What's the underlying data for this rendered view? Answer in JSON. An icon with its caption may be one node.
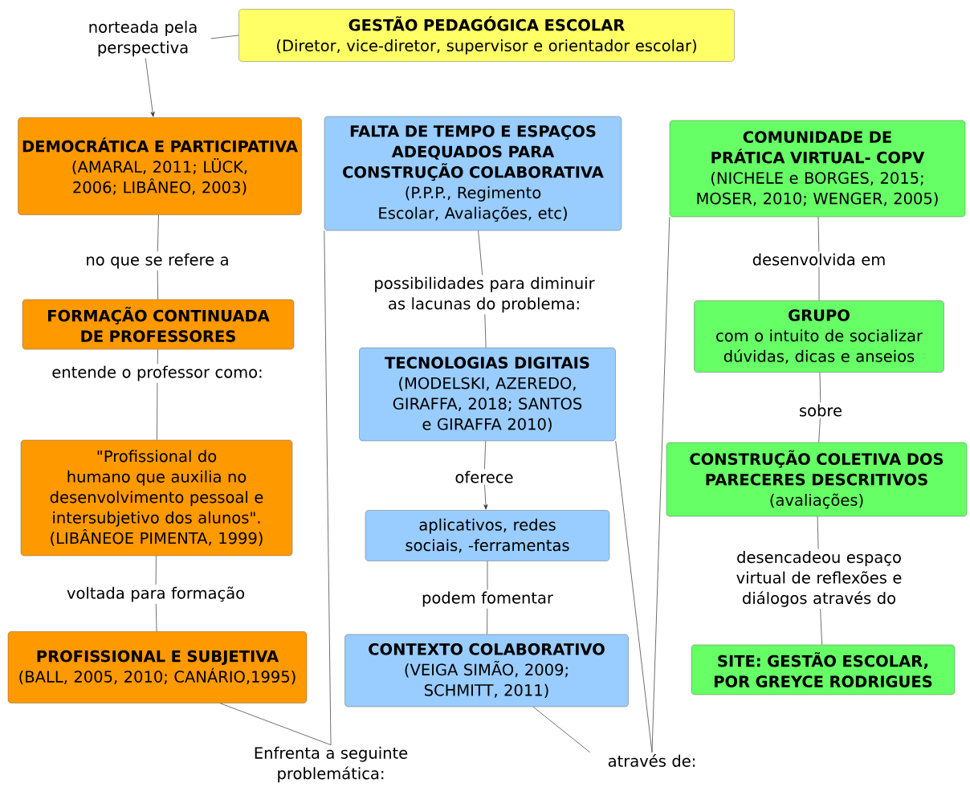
{
  "diagram": {
    "nodes": [
      {
        "text": [
          "GESTÃO PEDAGÓGICA ESCOLAR",
          "(Diretor, vice-diretor, supervisor e orientador escolar)"
        ]
      },
      {
        "text": [
          "norteada pela perspectiva"
        ]
      },
      {
        "text": [
          "DEMOCRÁTICA E PARTICIPATIVA",
          "(AMARAL, 2011; LÜCK, 2006; LIBÂNEO, 2003)"
        ]
      },
      {
        "text": [
          "FALTA DE TEMPO E ESPAÇOS ADEQUADOS PARA CONSTRUÇÃO COLABORATIVA",
          "(P.P.P., Regimento Escolar, Avaliações, etc)"
        ]
      },
      {
        "text": [
          "COMUNIDADE DE PRÁTICA VIRTUAL- COPV",
          "(NICHELE e BORGES, 2015; MOSER, 2010; WENGER, 2005)"
        ]
      },
      {
        "text": [
          "no que se refere a"
        ]
      },
      {
        "text": [
          "desenvolvida em"
        ]
      },
      {
        "text": [
          "possibilidades para diminuir as lacunas do problema:"
        ]
      },
      {
        "text": [
          "FORMAÇÃO CONTINUADA DE PROFESSORES"
        ]
      },
      {
        "text": [
          "GRUPO",
          "com o intuito de socializar dúvidas, dicas e anseios"
        ]
      },
      {
        "text": [
          "TECNOLOGIAS DIGITAIS",
          "(MODELSKI, AZEREDO, GIRAFFA, 2018; SANTOS e GIRAFFA 2010)"
        ]
      },
      {
        "text": [
          "entende o professor como:"
        ]
      },
      {
        "text": [
          "sobre"
        ]
      },
      {
        "text": [
          "\"Profissional do humano que auxilia no desenvolvimento pessoal e intersubjetivo dos alunos\".",
          "(LIBÂNEOE PIMENTA, 1999)"
        ]
      },
      {
        "text": [
          "oferece"
        ]
      },
      {
        "text": [
          "CONSTRUÇÃO COLETIVA DOS PARECERES DESCRITIVOS",
          "(avaliações)"
        ]
      },
      {
        "text": [
          "aplicativos, redes sociais, -ferramentas"
        ]
      },
      {
        "text": [
          "desencadeou espaço virtual de reflexões e diálogos através do"
        ]
      },
      {
        "text": [
          "voltada para formação"
        ]
      },
      {
        "text": [
          "podem fomentar"
        ]
      },
      {
        "text": [
          "PROFISSIONAL E SUBJETIVA",
          "(BALL, 2005, 2010; CANÁRIO,1995)"
        ]
      },
      {
        "text": [
          "CONTEXTO COLABORATIVO",
          "(VEIGA SIMÃO, 2009; SCHMITT, 2011)"
        ]
      },
      {
        "text": [
          "SITE: GESTÃO ESCOLAR, POR GREYCE RODRIGUES"
        ]
      },
      {
        "text": [
          "Enfrenta a seguinte problemática:"
        ]
      },
      {
        "text": [
          "através de:"
        ]
      }
    ],
    "edges": [
      {
        "from": 0,
        "to": 1,
        "arrow": "none"
      },
      {
        "from": 1,
        "to": 2,
        "arrow": "to"
      },
      {
        "from": 2,
        "to": 5,
        "arrow": "none"
      },
      {
        "from": 5,
        "to": 8,
        "arrow": "none"
      },
      {
        "from": 8,
        "to": 11,
        "arrow": "none"
      },
      {
        "from": 11,
        "to": 13,
        "arrow": "none"
      },
      {
        "from": 13,
        "to": 18,
        "arrow": "none"
      },
      {
        "from": 18,
        "to": 20,
        "arrow": "none"
      },
      {
        "from": 20,
        "to": 23,
        "arrow": "none"
      },
      {
        "from": 23,
        "to": 3,
        "arrow": "none"
      },
      {
        "from": 3,
        "to": 7,
        "arrow": "none"
      },
      {
        "from": 7,
        "to": 10,
        "arrow": "none"
      },
      {
        "from": 10,
        "to": 14,
        "arrow": "none"
      },
      {
        "from": 14,
        "to": 16,
        "arrow": "to"
      },
      {
        "from": 16,
        "to": 19,
        "arrow": "none"
      },
      {
        "from": 19,
        "to": 21,
        "arrow": "none"
      },
      {
        "from": 21,
        "to": 24,
        "arrow": "none"
      },
      {
        "from": 10,
        "to": 24,
        "arrow": "none"
      },
      {
        "from": 24,
        "to": 4,
        "arrow": "none"
      },
      {
        "from": 4,
        "to": 6,
        "arrow": "none"
      },
      {
        "from": 6,
        "to": 9,
        "arrow": "none"
      },
      {
        "from": 9,
        "to": 12,
        "arrow": "none"
      },
      {
        "from": 12,
        "to": 15,
        "arrow": "none"
      },
      {
        "from": 15,
        "to": 17,
        "arrow": "none"
      },
      {
        "from": 17,
        "to": 22,
        "arrow": "none"
      }
    ]
  }
}
